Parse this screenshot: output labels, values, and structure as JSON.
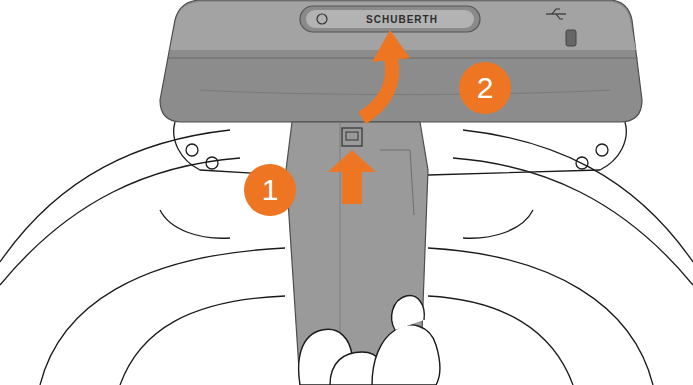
{
  "diagram": {
    "labels": [
      "SCHUBERTH",
      "1",
      "2"
    ]
  }
}
